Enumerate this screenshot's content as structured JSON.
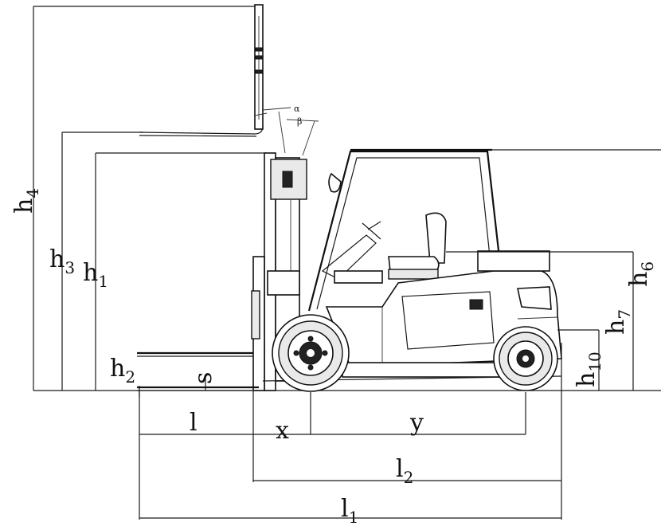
{
  "labels": {
    "h4": {
      "base": "h",
      "sub": "4"
    },
    "h3": {
      "base": "h",
      "sub": "3"
    },
    "h1": {
      "base": "h",
      "sub": "1"
    },
    "h2": {
      "base": "h",
      "sub": "2"
    },
    "s": "s",
    "l": "l",
    "x": "x",
    "y": "y",
    "l2": {
      "base": "l",
      "sub": "2"
    },
    "l1": {
      "base": "l",
      "sub": "1"
    },
    "h6": {
      "base": "h",
      "sub": "6"
    },
    "h7": {
      "base": "h",
      "sub": "7"
    },
    "h10": {
      "base": "h",
      "sub": "10"
    },
    "alpha": "α",
    "beta": "β"
  }
}
